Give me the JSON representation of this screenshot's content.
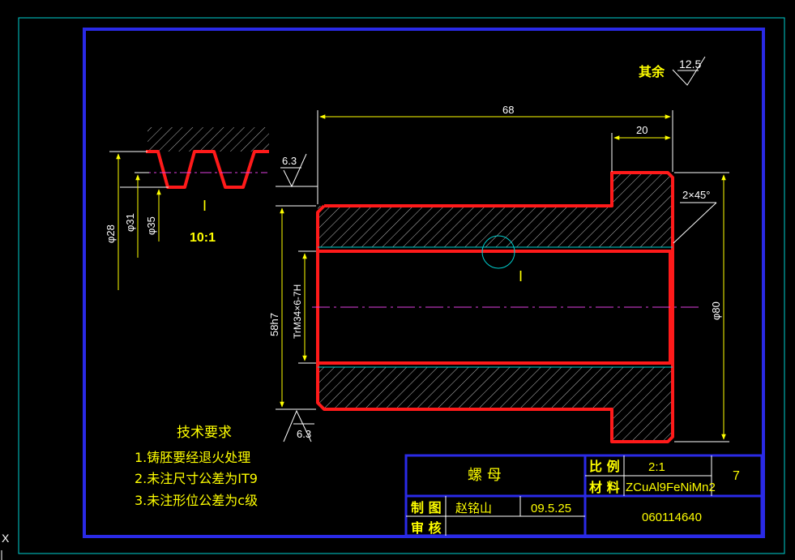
{
  "colors": {
    "background": "#000000",
    "frame_outer": "#00cfcf",
    "frame_inner": "#2a2ae6",
    "part_outline": "#ff1a1a",
    "dimension": "#ffffff",
    "text": "#ffff00",
    "centerline": "#e040e0"
  },
  "roughness": {
    "general_label": "其余",
    "general_value": "12.5",
    "top_value": "6.3",
    "bottom_value": "6.3"
  },
  "dimensions": {
    "total_length": "68",
    "flange_length": "20",
    "chamfer": "2×45°",
    "outer_diameter": "φ80",
    "body_fit": "58h7",
    "thread_spec": "TrM34×6-7H"
  },
  "detail": {
    "d1": "φ28",
    "d2": "φ31",
    "d3": "φ35",
    "label": "I",
    "scale": "10:1",
    "marker": "I"
  },
  "tech_requirements": {
    "title": "技术要求",
    "items": [
      "1.铸胚要经退火处理",
      "2.未注尺寸公差为IT9",
      "3.未注形位公差为c级"
    ]
  },
  "title_block": {
    "part_name": "螺 母",
    "scale_label": "比 例",
    "scale_value": "2:1",
    "material_label": "材 料",
    "material_value": "ZCuAl9FeNiMn2",
    "sheet_number": "7",
    "drawn_label": "制 图",
    "drawn_by": "赵铭山",
    "date": "09.5.25",
    "check_label": "审 核",
    "drawing_number": "060114640"
  },
  "cad_ui": {
    "axis_glyph": "X"
  }
}
